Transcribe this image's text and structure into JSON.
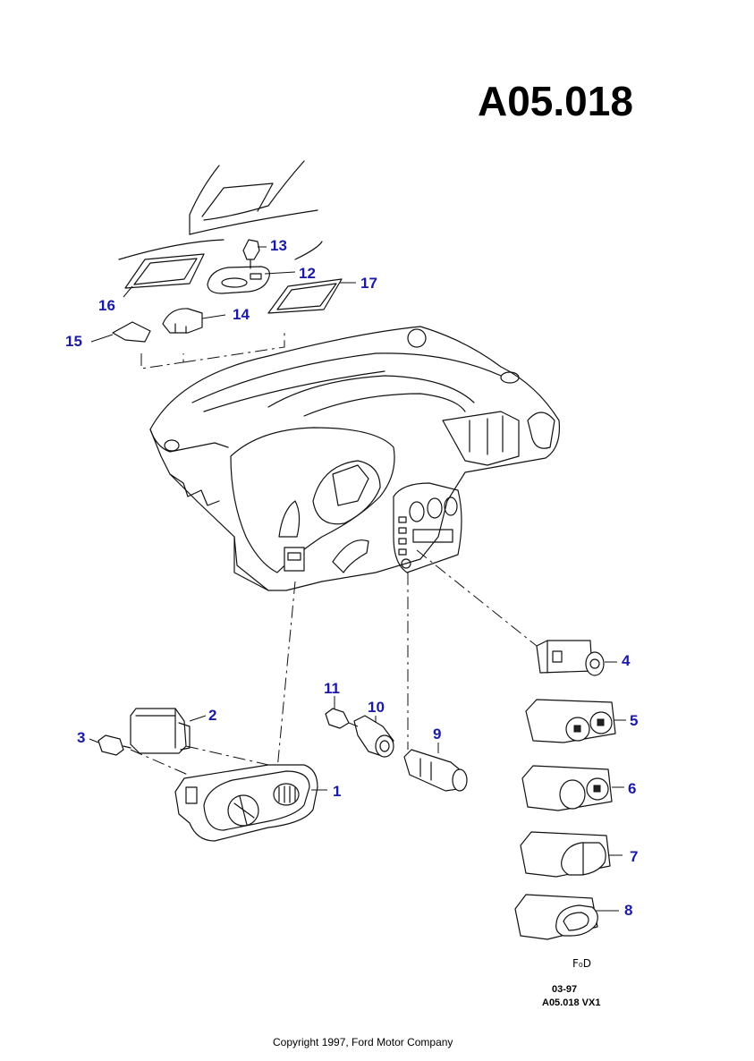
{
  "title": "A05.018",
  "callouts": {
    "c1": "1",
    "c2": "2",
    "c3": "3",
    "c4": "4",
    "c5": "5",
    "c6": "6",
    "c7": "7",
    "c8": "8",
    "c9": "9",
    "c10": "10",
    "c11": "11",
    "c12": "12",
    "c13": "13",
    "c14": "14",
    "c15": "15",
    "c16": "16",
    "c17": "17"
  },
  "footer": {
    "fd_mark": "F₀D",
    "date": "03-97",
    "drawing_code": "A05.018 VX1",
    "copyright": "Copyright 1997, Ford Motor Company"
  },
  "colors": {
    "callout": "#1a1aa6",
    "line": "#111111"
  }
}
